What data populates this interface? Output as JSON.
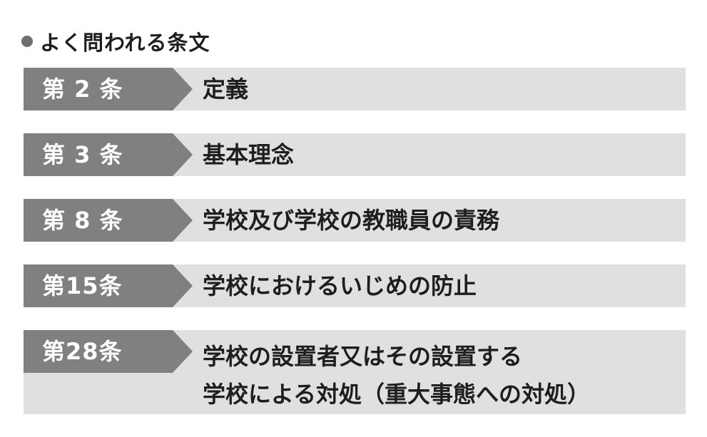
{
  "heading": {
    "text": "よく問われる条文"
  },
  "articles": [
    {
      "number": "第 2 条",
      "title": "定義"
    },
    {
      "number": "第 3 条",
      "title": "基本理念"
    },
    {
      "number": "第 8 条",
      "title": "学校及び学校の教職員の責務"
    },
    {
      "number": "第15条",
      "title": "学校におけるいじめの防止"
    },
    {
      "number": "第28条",
      "title_line1": "学校の設置者又はその設置する",
      "title_line2": "学校による対処（重大事態への対処）"
    }
  ],
  "colors": {
    "badge": "#808080",
    "row_background": "#e0e0e0",
    "text": "#1e1e1e",
    "bullet": "#6e6e6e"
  }
}
